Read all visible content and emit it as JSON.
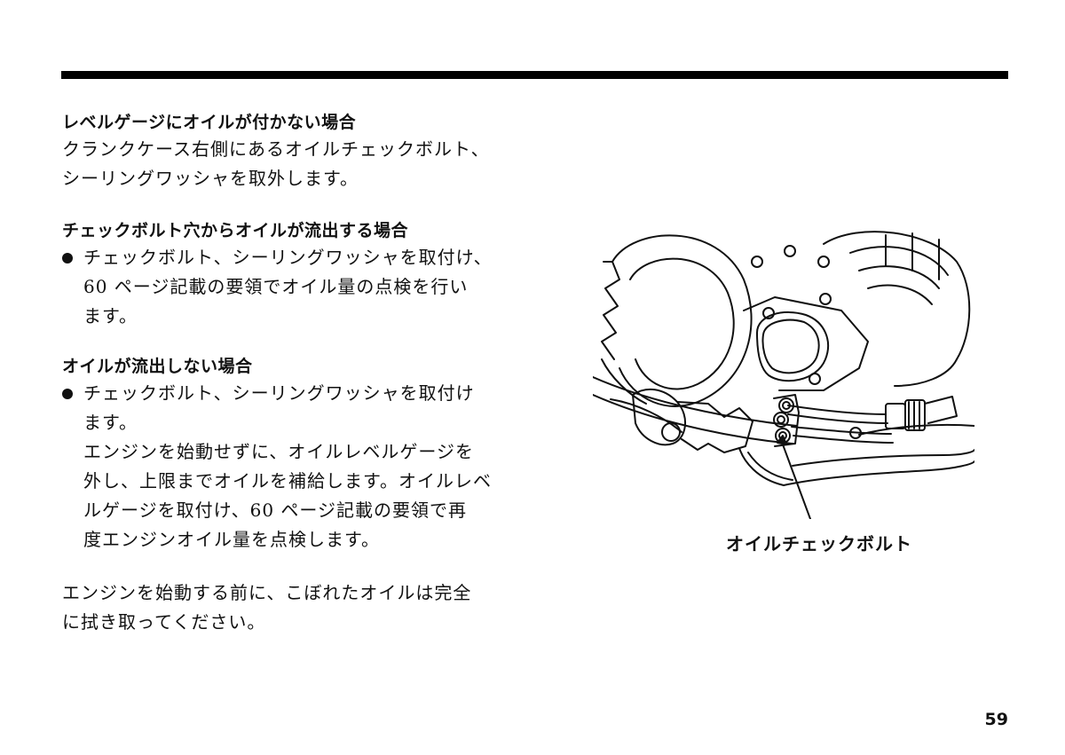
{
  "sections": {
    "no_oil": {
      "heading": "レベルゲージにオイルが付かない場合",
      "lines": [
        "クランクケース右側にあるオイルチェックボルト、",
        "シーリングワッシャを取外します。"
      ]
    },
    "oil_flows": {
      "heading": "チェックボルト穴からオイルが流出する場合",
      "bullet_lines": [
        "チェックボルト、シーリングワッシャを取付け、",
        " 60 ページ記載の要領でオイル量の点検を行い",
        "ます。"
      ]
    },
    "no_flow": {
      "heading": "オイルが流出しない場合",
      "bullet_lines": [
        "チェックボルト、シーリングワッシャを取付け",
        "ます。",
        "エンジンを始動せずに、オイルレベルゲージを",
        "外し、上限までオイルを補給します。オイルレベ",
        "ルゲージを取付け、60 ページ記載の要領で再",
        "度エンジンオイル量を点検します。"
      ]
    },
    "closing": {
      "lines": [
        "エンジンを始動する前に、こぼれたオイルは完全",
        "に拭き取ってください。"
      ]
    }
  },
  "figure": {
    "callout_label": "オイルチェックボルト"
  },
  "page_number": "59"
}
